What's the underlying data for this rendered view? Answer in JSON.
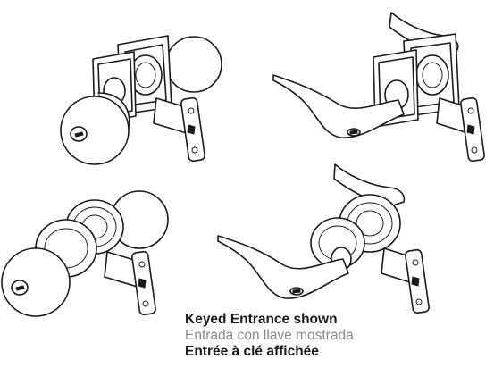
{
  "colors": {
    "line": "#1a1a1a",
    "background": "#ffffff",
    "caption_primary": "#1a1a1a",
    "caption_secondary": "#8a8a8a"
  },
  "figures": [
    {
      "kind": "knob-square-rose"
    },
    {
      "kind": "lever-square-rose"
    },
    {
      "kind": "knob-round-rose"
    },
    {
      "kind": "lever-round-rose"
    }
  ],
  "caption": {
    "english": "Keyed Entrance shown",
    "spanish": "Entrada con llave mostrada",
    "french": "Entrée à clé affichée"
  }
}
